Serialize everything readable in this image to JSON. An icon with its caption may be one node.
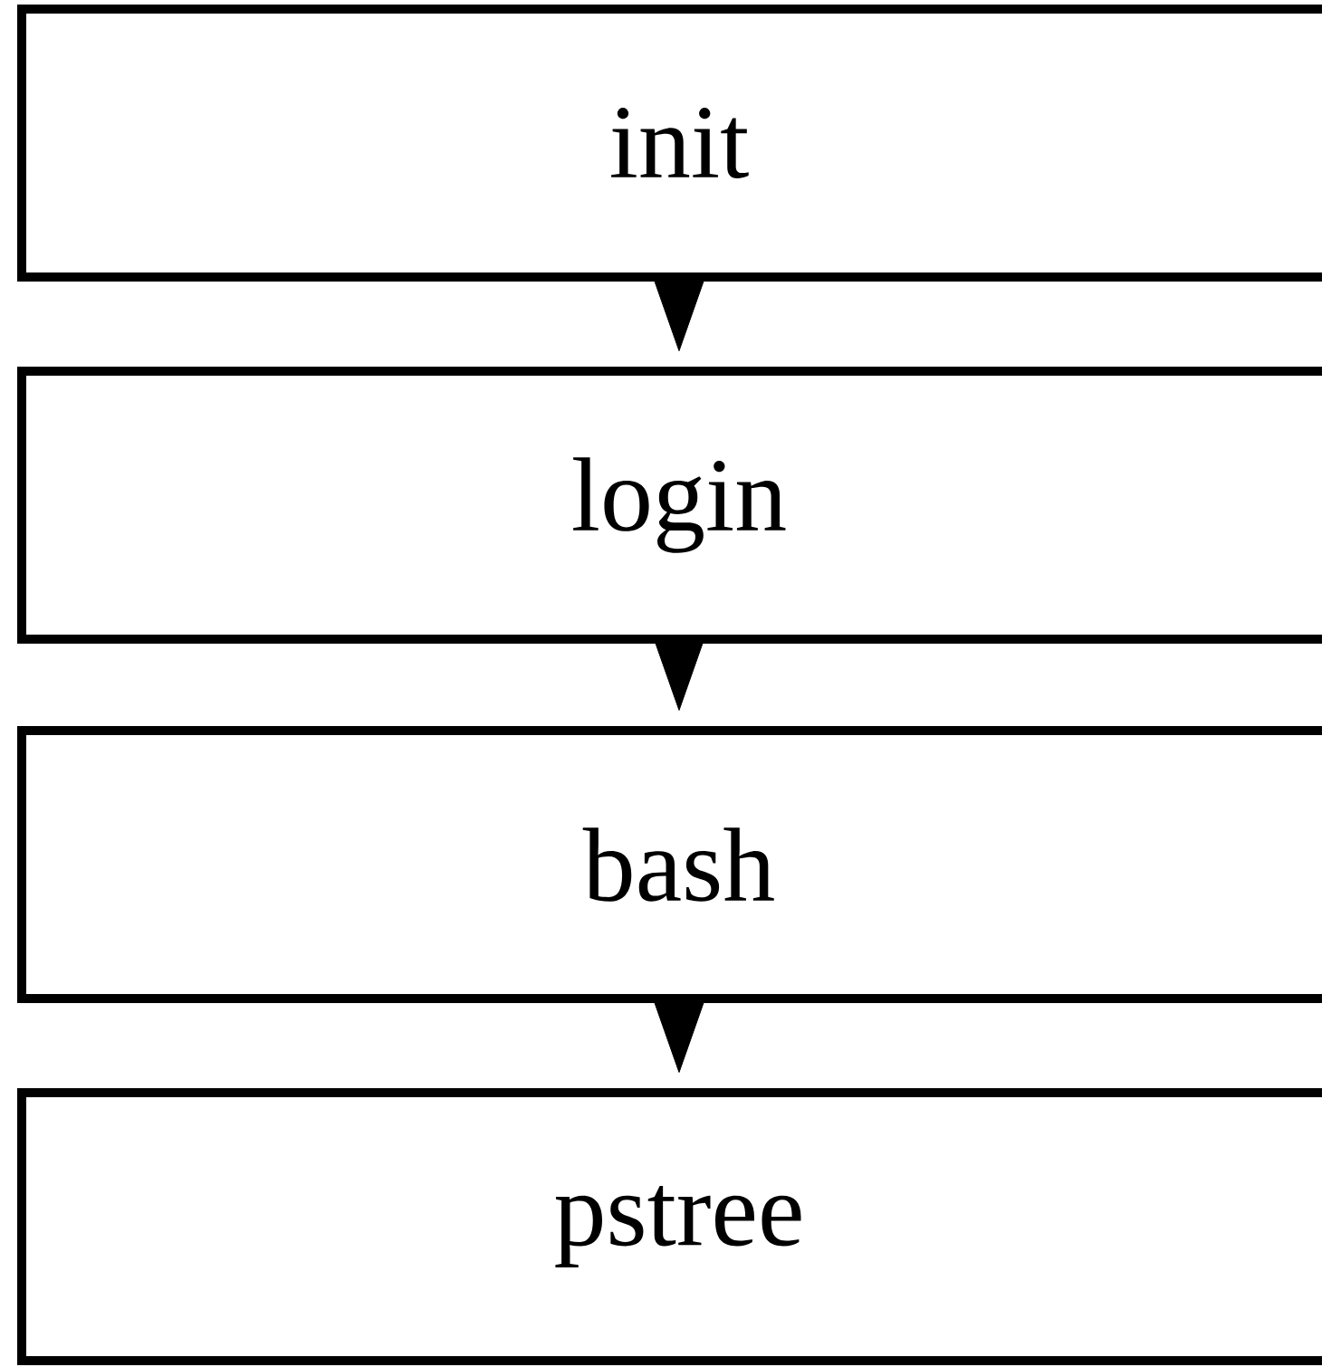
{
  "diagram": {
    "nodes": [
      {
        "text": [
          "init"
        ]
      },
      {
        "text": [
          "login"
        ]
      },
      {
        "text": [
          "bash"
        ]
      },
      {
        "text": [
          "pstree"
        ]
      }
    ],
    "edges": [
      {
        "from": 0,
        "to": 1,
        "arrow": "to"
      },
      {
        "from": 1,
        "to": 2,
        "arrow": "to"
      },
      {
        "from": 2,
        "to": 3,
        "arrow": "to"
      }
    ]
  }
}
